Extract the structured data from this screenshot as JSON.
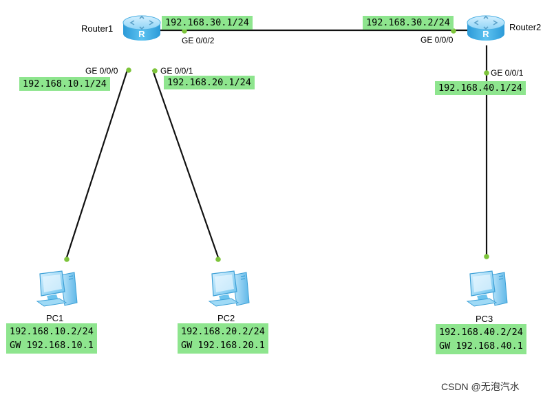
{
  "devices": {
    "router1": {
      "label": "Router1"
    },
    "router2": {
      "label": "Router2"
    },
    "pc1": {
      "label": "PC1",
      "ip": "192.168.10.2/24",
      "gw": "GW 192.168.10.1"
    },
    "pc2": {
      "label": "PC2",
      "ip": "192.168.20.2/24",
      "gw": "GW 192.168.20.1"
    },
    "pc3": {
      "label": "PC3",
      "ip": "192.168.40.2/24",
      "gw": "GW 192.168.40.1"
    }
  },
  "interfaces": {
    "r1_ge002": {
      "port": "GE 0/0/2",
      "ip": "192.168.30.1/24"
    },
    "r1_ge000": {
      "port": "GE 0/0/0",
      "ip": "192.168.10.1/24"
    },
    "r1_ge001": {
      "port": "GE 0/0/1",
      "ip": "192.168.20.1/24"
    },
    "r2_ge000": {
      "port": "GE 0/0/0",
      "ip": "192.168.30.2/24"
    },
    "r2_ge001": {
      "port": "GE 0/0/1",
      "ip": "192.168.40.1/24"
    }
  },
  "colors": {
    "ip_highlight": "#8ee58e",
    "link": "#111111",
    "link_endpoint": "#7dc43a",
    "router_body": "#49b6ec"
  },
  "watermark": "CSDN @无泡汽水"
}
